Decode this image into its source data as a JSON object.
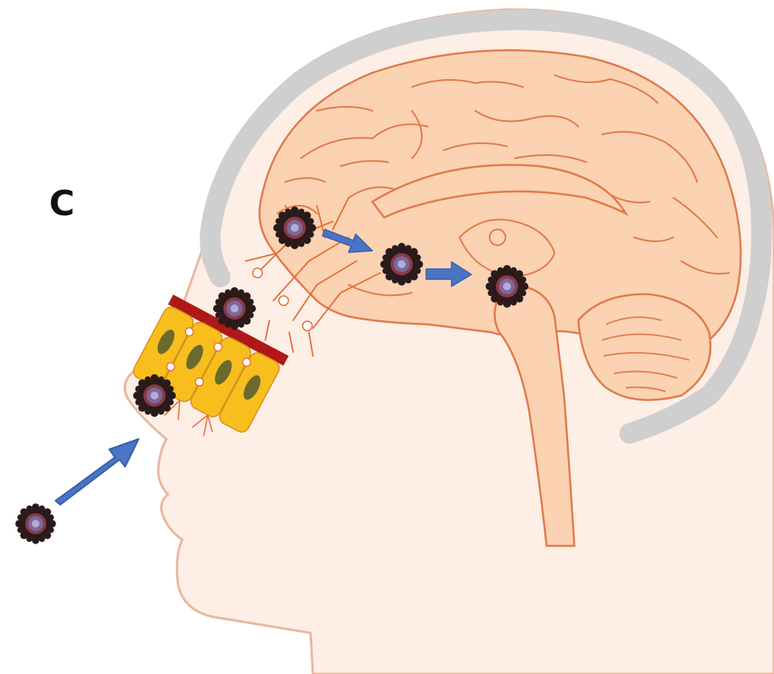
{
  "panel": {
    "label": "C"
  },
  "colors": {
    "skin": "#fdeee6",
    "skin_outline": "#e8b8a0",
    "skull": "#cfcfcf",
    "brain": "#fbd2b2",
    "brain_outline": "#e07a4a",
    "nerve": "#e86a30",
    "epithelium": "#f7be1e",
    "nucleus": "#6b6a2e",
    "basement_membrane": "#b01818",
    "arrow": "#4a74c4",
    "virus_spike": "#2a1a1a",
    "virus_core": "#7a6a9a"
  },
  "elements": {
    "virus_particles": [
      "virus-outside",
      "virus-nose",
      "virus-mucosa",
      "virus-bulb",
      "virus-mid",
      "virus-deep"
    ],
    "arrows": [
      "inhalation-arrow",
      "brain-arrow-1",
      "brain-arrow-2"
    ]
  }
}
